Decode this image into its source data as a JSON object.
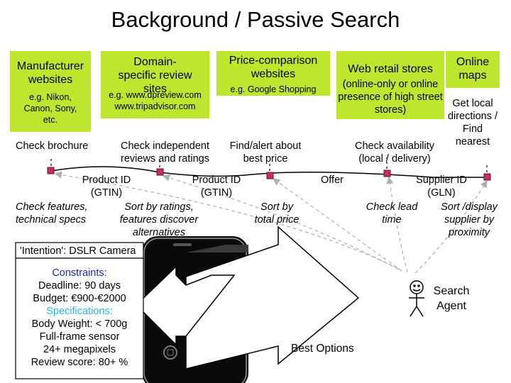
{
  "title": "Background / Passive Search",
  "sources": {
    "manufacturer": {
      "title": "Manufacturer websites",
      "example": "e.g. Nikon, Canon, Sony, etc."
    },
    "review": {
      "title": "Domain-specific review sites",
      "example": "e.g. www.dpreview.com www.tripadvisor.com"
    },
    "price": {
      "title": "Price-comparison websites",
      "example": "e.g. Google Shopping"
    },
    "retail": {
      "title": "Web retail stores",
      "example": "(online-only or online presence of high street stores)"
    },
    "maps": {
      "title": "Online maps",
      "example": "Get local directions / Find nearest"
    }
  },
  "actions": {
    "brochure": "Check brochure",
    "reviews": "Check independent reviews and ratings",
    "alert": "Find/alert about best price",
    "availability": "Check availability (local / delivery)"
  },
  "flow": {
    "product_id_1": "Product ID (GTIN)",
    "product_id_2": "Product ID (GTIN)",
    "offer": "Offer",
    "supplier_id": "Supplier ID (GLN)",
    "check_features": "Check features, technical specs",
    "sort_ratings": "Sort by ratings, features discover alternatives",
    "sort_price": "Sort by total price",
    "lead_time": "Check lead time",
    "sort_proximity": "Sort /display supplier by proximity"
  },
  "intention": {
    "label": "'Intention': DSLR Camera",
    "constraints_label": "Constraints:",
    "deadline": "Deadline: 90 days",
    "budget": "Budget: €900-€2000",
    "spec_label": "Specifications:",
    "weight": "Body Weight: < 700g",
    "sensor": "Full-frame sensor",
    "megapixels": "24+ megapixels",
    "review_score": "Review score: 80+ %"
  },
  "agent": {
    "label": "Search Agent"
  },
  "best_options": "Best Options",
  "colors": {
    "box": "#bfe62e",
    "node": "#c0305a",
    "blue": "#1f27c9",
    "cyan": "#1fb8ff"
  }
}
